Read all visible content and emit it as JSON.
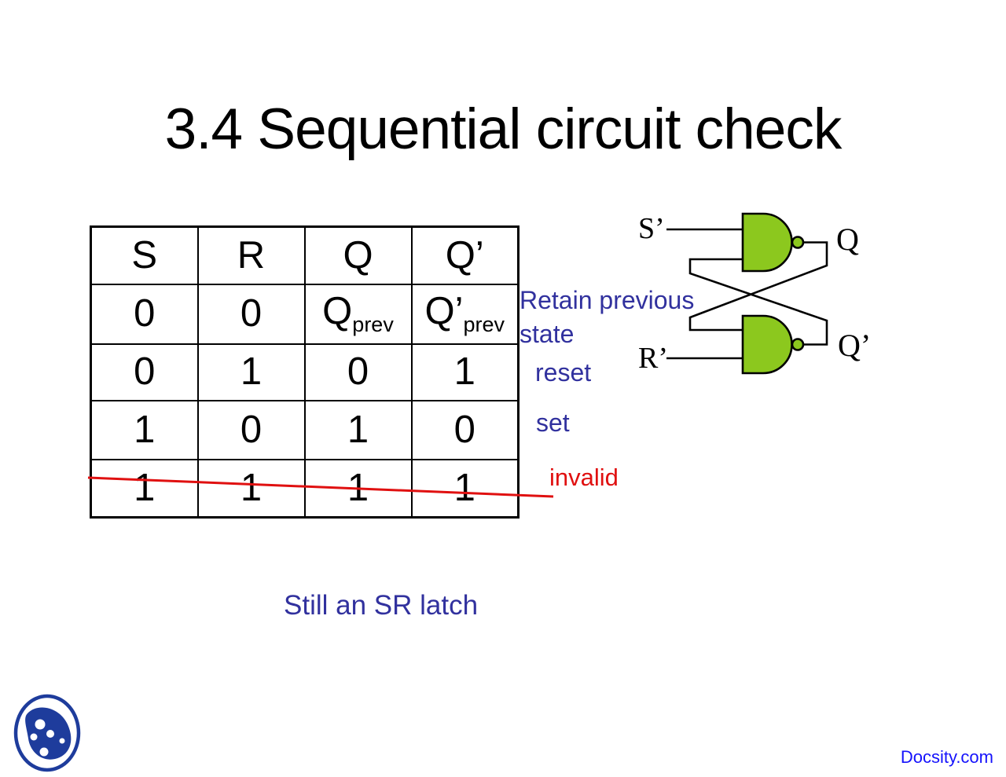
{
  "theme": {
    "blue": "#31319e",
    "red": "#e01010",
    "gate-green": "#8cc81e",
    "ink": "#000000",
    "docsity-blue": "#1512fc",
    "logo-blue": "#1e3c9c",
    "paper": "#ffffff"
  },
  "title": "3.4 Sequential circuit check",
  "truth_table": {
    "headers": [
      "S",
      "R",
      "Q",
      "Q’"
    ],
    "row_hold": {
      "s": "0",
      "r": "0",
      "q_main": "Q",
      "q_sub": "prev",
      "qn_main": "Q’",
      "qn_sub": "prev"
    },
    "row_reset": [
      "0",
      "1",
      "0",
      "1"
    ],
    "row_set": [
      "1",
      "0",
      "1",
      "0"
    ],
    "row_invalid": [
      "1",
      "1",
      "1",
      "1"
    ]
  },
  "annotations": {
    "hold_line1": "Retain previous",
    "hold_line2": "state",
    "reset": "reset",
    "set": "set",
    "invalid": "invalid"
  },
  "circuit": {
    "input_top": "S’",
    "input_bottom": "R’",
    "output_top": "Q",
    "output_bottom": "Q’"
  },
  "caption": "Still an SR latch",
  "footer": {
    "brand": "Docsity.com"
  }
}
